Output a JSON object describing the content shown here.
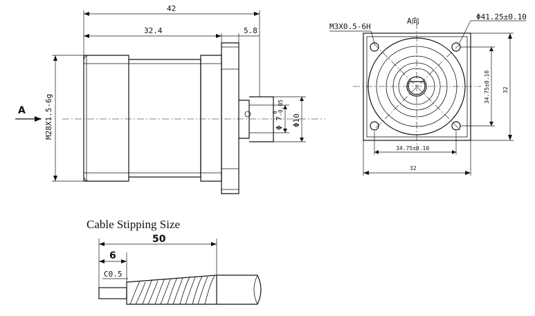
{
  "side_view": {
    "dim_total": "42",
    "dim_body": "32.4",
    "dim_flange": "5.8",
    "dim_thread": "M28X1.5-6g",
    "dim_shaft": "Φ 7",
    "dim_shaft_tol_upper": "0",
    "dim_shaft_tol_lower": "-0.05",
    "dim_shaft_outer": "Φ10",
    "view_arrow_label": "A"
  },
  "front_view": {
    "title": "A向",
    "hole_spec": "M3X0.5-6H",
    "bolt_circle": "Φ41.25±0.10",
    "hole_spacing_h": "34.75±0.10",
    "hole_spacing_v": "34.75±0.10",
    "outer_width": "32",
    "outer_height": "32"
  },
  "cable": {
    "title": "Cable Stipping Size",
    "dim_total": "50",
    "dim_strip": "6",
    "dim_chamfer": "C0.5"
  }
}
